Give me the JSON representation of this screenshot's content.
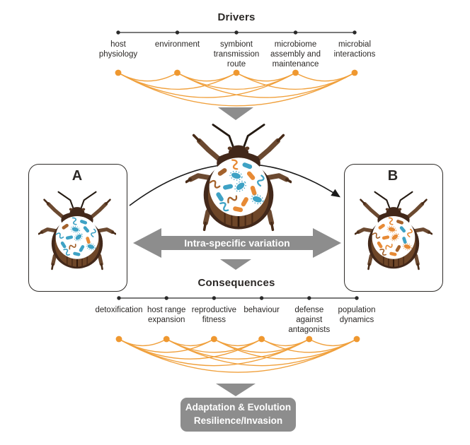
{
  "drivers": {
    "title": "Drivers",
    "items": [
      {
        "label": "host\nphysiology"
      },
      {
        "label": "environment"
      },
      {
        "label": "symbiont\ntransmission\nroute"
      },
      {
        "label": "microbiome\nassembly and\nmaintenance"
      },
      {
        "label": "microbial\ninteractions"
      }
    ]
  },
  "consequences": {
    "title": "Consequences",
    "items": [
      {
        "label": "detoxification"
      },
      {
        "label": "host range\nexpansion"
      },
      {
        "label": "reproductive\nfitness"
      },
      {
        "label": "behaviour"
      },
      {
        "label": "defense\nagainst\nantagonists"
      },
      {
        "label": "population\ndynamics"
      }
    ]
  },
  "variation_arrow": {
    "label": "Intra-specific variation"
  },
  "panels": {
    "a": "A",
    "b": "B"
  },
  "outcome_box": {
    "text": "Adaptation & Evolution\nResilience/Invasion"
  },
  "colors": {
    "accent_orange": "#EF9830",
    "arc_orange": "#F0A03C",
    "gray": "#8D8D8D",
    "ink": "#2B2826",
    "line_black": "#2A2A2A",
    "microbe_blue": "#3EA2C5",
    "microbe_orange": "#E78A35",
    "microbe_brown": "#A4622C",
    "beetle_dark": "#42281A",
    "beetle_mid": "#6B4930",
    "beetle_leg_tip": "#472B18",
    "elytra": "#6E4628",
    "elytra_stripe": "#4A2B17"
  },
  "beetles": {
    "center": {
      "name": "focal-beetle",
      "microbe_colors": [
        "orange",
        "blue",
        "brown",
        "blue",
        "orange",
        "blue",
        "brown",
        "blue",
        "blue",
        "orange",
        "blue",
        "brown",
        "orange",
        "blue",
        "orange",
        "blue"
      ]
    },
    "a": {
      "name": "variant-a-beetle",
      "microbe_colors": [
        "blue",
        "blue",
        "brown",
        "blue",
        "blue",
        "blue",
        "blue",
        "blue",
        "blue",
        "orange",
        "blue",
        "brown",
        "blue",
        "blue",
        "blue",
        "blue"
      ]
    },
    "b": {
      "name": "variant-b-beetle",
      "microbe_colors": [
        "orange",
        "brown",
        "orange",
        "orange",
        "blue",
        "orange",
        "brown",
        "orange",
        "orange",
        "blue",
        "orange",
        "orange",
        "brown",
        "orange",
        "orange",
        "brown"
      ]
    }
  }
}
